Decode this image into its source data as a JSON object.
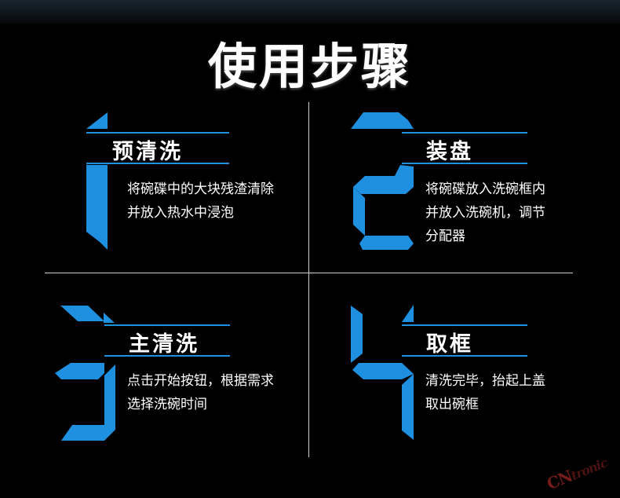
{
  "title": "使用步骤",
  "steps": [
    {
      "number": "1",
      "title": "预清洗",
      "desc": [
        "将碗碟中的大块残渣清除",
        "并放入热水中浸泡"
      ]
    },
    {
      "number": "2",
      "title": "装盘",
      "desc": [
        "将碗碟放入洗碗框内",
        "并放入洗碗机，调节",
        "分配器"
      ]
    },
    {
      "number": "3",
      "title": "主清洗",
      "desc": [
        "点击开始按钮，根据需求",
        "选择洗碗时间"
      ]
    },
    {
      "number": "4",
      "title": "取框",
      "desc": [
        "清洗完毕，抬起上盖",
        "取出碗框"
      ]
    }
  ],
  "watermark": {
    "main": "CN",
    "sub": "tronic"
  },
  "colors": {
    "accent": "#1f8fe0",
    "background": "#000000",
    "divider": "#cfcfcf"
  }
}
